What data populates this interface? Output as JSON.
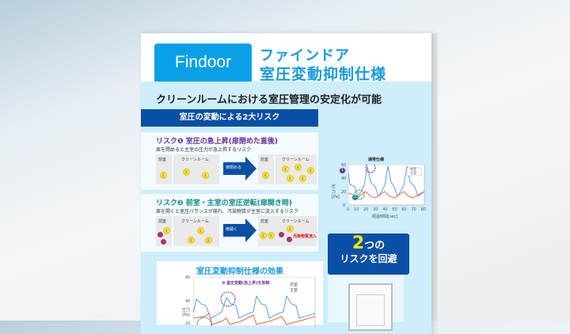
{
  "header": {
    "logo": "Findoor",
    "title_line1": "ファインドア",
    "title_line2": "室圧変動抑制仕様"
  },
  "subtitle": "クリーンルームにおける室圧管理の安定化が可能",
  "section_band": "室圧の変動による2大リスク",
  "risk1": {
    "heading": "リスク❶ 室圧の急上昇(扉閉めた直後)",
    "description": "扉を閉めると主室の圧力が急上昇するリスク",
    "anteroom": "前室",
    "cleanroom": "クリーンルーム",
    "action": "扉閉める",
    "pressure": "圧"
  },
  "risk2": {
    "heading": "リスク❷ 前室・主室の室圧逆転(扉開き時)",
    "description": "扉を開くと室圧バランスが崩れ、汚染物質が主室に流入するリスク",
    "anteroom": "前室",
    "cleanroom": "クリーンルーム",
    "action": "扉開く",
    "contamination": "汚染物質流入",
    "pressure": "圧"
  },
  "normal_chart": {
    "title": "通常仕様",
    "ylabel": "圧力[Pa]",
    "xlabel": "経過時間[sec]",
    "yticks": [
      "0",
      "20",
      "40",
      "60"
    ],
    "xticks": [
      "0",
      "10",
      "20",
      "30",
      "40",
      "50",
      "60",
      "70",
      "80"
    ],
    "legend": [
      "前室",
      "主室"
    ],
    "markers": [
      "1",
      "2"
    ]
  },
  "callout": {
    "number": "2",
    "suffix": "つの",
    "line2": "リスクを回避"
  },
  "effect_chart": {
    "title": "室圧変動抑制仕様の効果",
    "annotation": "❶ 室圧変動(急上昇)を抑制",
    "ylabel": "圧力[Pa]",
    "yticks": [
      "60",
      "40",
      "20"
    ],
    "legend": [
      "前室",
      "主室"
    ]
  },
  "colors": {
    "brand": "#0aa0e6",
    "band": "#0a4fa6",
    "anteroom_line": "#f0643c",
    "mainroom_line": "#5aa0e6"
  }
}
